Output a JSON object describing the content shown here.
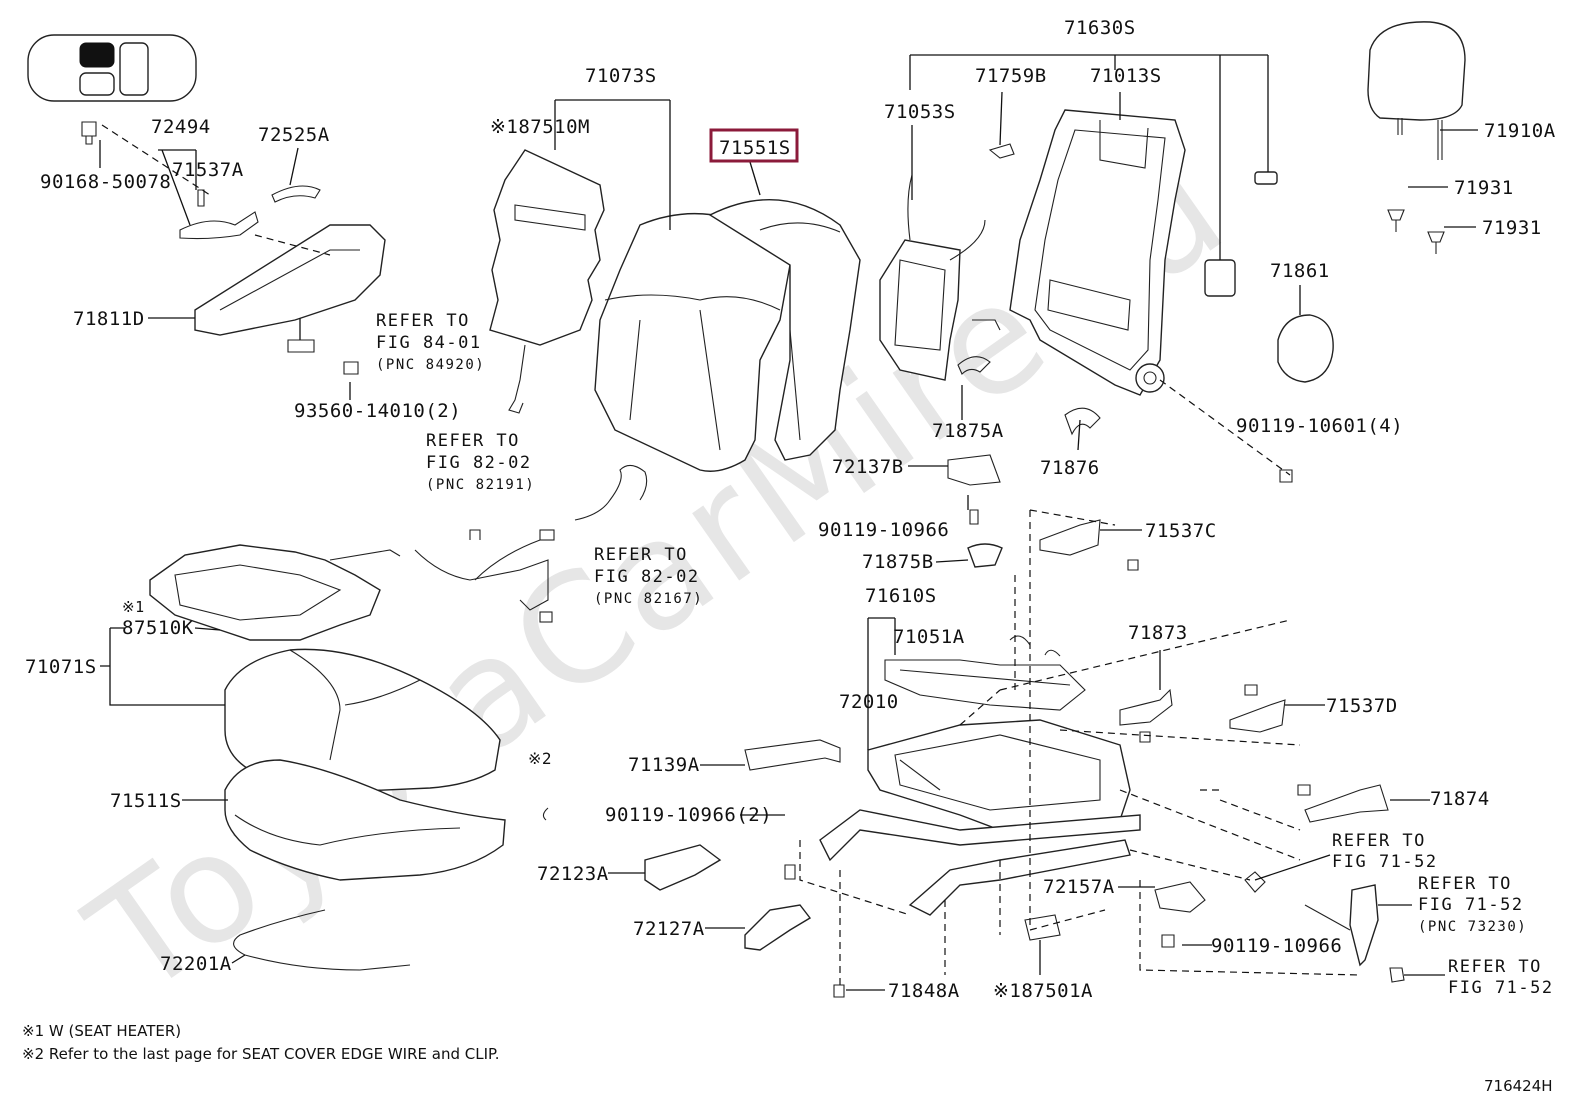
{
  "watermark": "ToyotaCarMire.ru",
  "highlight_color": "#8b1a3a",
  "diagram_code": "716424H",
  "notes": {
    "note1": "※1 W (SEAT HEATER)",
    "note2": "※2 Refer to the last page for SEAT COVER EDGE WIRE and CLIP."
  },
  "labels": {
    "p71630S": "71630S",
    "p71073S": "71073S",
    "p87510M": "※187510M",
    "p71551S": "71551S",
    "p71053S": "71053S",
    "p71759B": "71759B",
    "p71013S": "71013S",
    "p71910A": "71910A",
    "p71931a": "71931",
    "p71931b": "71931",
    "p72494": "72494",
    "p72525A": "72525A",
    "p71537A": "71537A",
    "p90168": "90168-50078",
    "p71811D": "71811D",
    "p93560": "93560-14010(2)",
    "p71861": "71861",
    "p90119_4": "90119-10601(4)",
    "p71875A": "71875A",
    "p71876": "71876",
    "p72137B": "72137B",
    "p90119_10966a": "90119-10966",
    "p71537C": "71537C",
    "p71875B": "71875B",
    "p71610S": "71610S",
    "p71051A": "71051A",
    "p71873": "71873",
    "p72010": "72010",
    "p71537D": "71537D",
    "p87510K_mark": "※1",
    "p87510K": "87510K",
    "p71071S": "71071S",
    "p71511S": "71511S",
    "mark2": "※2",
    "p71139A": "71139A",
    "p90119_2": "90119-10966(2)",
    "p71874": "71874",
    "p72123A": "72123A",
    "p72157A": "72157A",
    "p72127A": "72127A",
    "p90119_10966b": "90119-10966",
    "p72201A": "72201A",
    "p71848A": "71848A",
    "p87501A": "※187501A"
  },
  "refs": {
    "r1": {
      "line1": "REFER TO",
      "line2": "FIG 84-01",
      "line3": "(PNC 84920)"
    },
    "r2": {
      "line1": "REFER TO",
      "line2": "FIG 82-02",
      "line3": "(PNC 82191)"
    },
    "r3": {
      "line1": "REFER TO",
      "line2": "FIG 82-02",
      "line3": "(PNC 82167)"
    },
    "r4": {
      "line1": "REFER TO",
      "line2": "FIG 71-52"
    },
    "r5": {
      "line1": "REFER TO",
      "line2": "FIG 71-52",
      "line3": "(PNC 73230)"
    },
    "r6": {
      "line1": "REFER TO",
      "line2": "FIG 71-52"
    }
  }
}
